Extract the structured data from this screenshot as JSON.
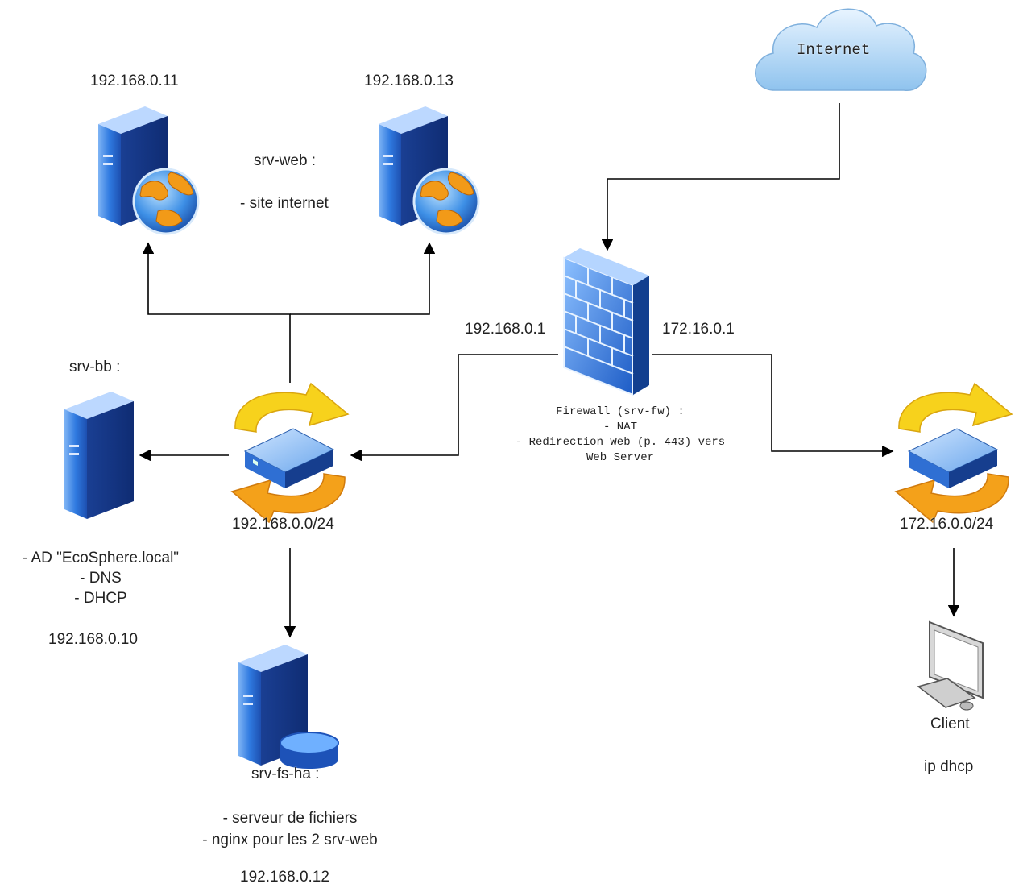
{
  "cloud": {
    "label": "Internet"
  },
  "srv_web": {
    "ip_1": "192.168.0.11",
    "ip_2": "192.168.0.13",
    "title": "srv-web :",
    "role": "- site internet"
  },
  "firewall": {
    "ip_lan": "192.168.0.1",
    "ip_wan": "172.16.0.1",
    "lines": [
      "Firewall (srv-fw) :",
      "- NAT",
      "- Redirection Web (p. 443) vers",
      "Web Server"
    ]
  },
  "srv_bb": {
    "title": "srv-bb :",
    "lines": [
      "- AD \"EcoSphere.local\"",
      "- DNS",
      "- DHCP"
    ],
    "ip": "192.168.0.10"
  },
  "lan_switch": {
    "label": "192.168.0.0/24"
  },
  "wan_switch": {
    "label": "172.16.0.0/24"
  },
  "srv_fs": {
    "title": "srv-fs-ha :",
    "lines": [
      "- serveur de fichiers",
      "- nginx pour les 2 srv-web"
    ],
    "ip": "192.168.0.12"
  },
  "client": {
    "title": "Client",
    "ip": "ip dhcp"
  },
  "colors": {
    "server_blue": "#2a6fd6",
    "globe_orange": "#f59a12",
    "switch_orange": "#f4a11a",
    "switch_yellow": "#f7d21c",
    "firewall_blue": "#2d79d4",
    "cloud_blue": "#a9d4f5",
    "line": "#000000"
  }
}
